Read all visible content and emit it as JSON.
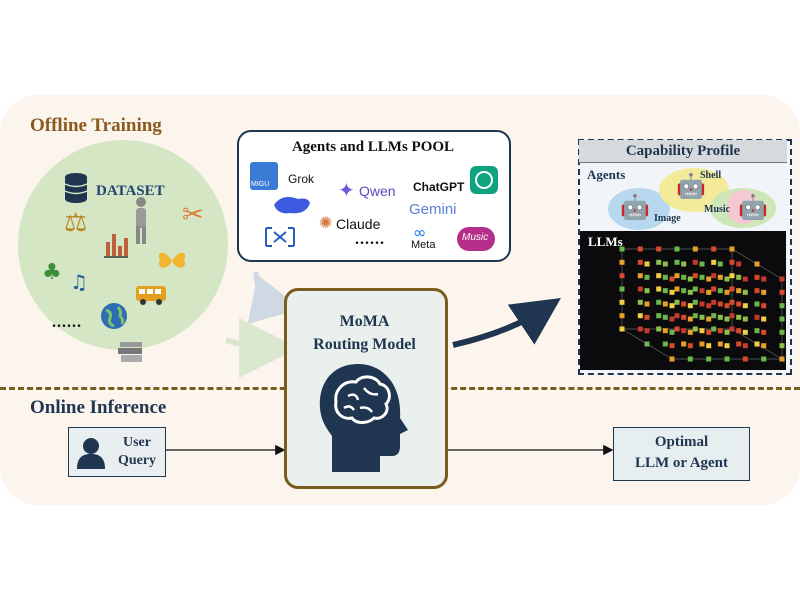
{
  "sections": {
    "offline_title": "Offline Training",
    "online_title": "Online Inference"
  },
  "dataset": {
    "label": "DATASET",
    "ellipsis": "......",
    "icons": [
      "database-icon",
      "scales-icon",
      "person-icon",
      "bar-chart-icon",
      "tools-icon",
      "plant-icon",
      "music-notes-icon",
      "butterfly-icon",
      "globe-icon",
      "bus-icon",
      "books-icon"
    ]
  },
  "pool": {
    "title": "Agents and LLMs POOL",
    "logos": {
      "migu": "MIGU",
      "grok": "Grok",
      "qwen": "Qwen",
      "chatgpt": "ChatGPT",
      "claude": "Claude",
      "gemini": "Gemini",
      "meta": "Meta",
      "music": "Music"
    },
    "ellipsis": "......"
  },
  "router": {
    "line1": "MoMA",
    "line2": "Routing Model"
  },
  "capability": {
    "title": "Capability Profile",
    "agents_label": "Agents",
    "llms_label": "LLMs",
    "agent_tags": {
      "shell": "Shell",
      "image": "Image",
      "music": "Music"
    }
  },
  "user_query": {
    "line1": "User",
    "line2": "Query"
  },
  "output": {
    "line1": "Optimal",
    "line2": "LLM or Agent"
  },
  "colors": {
    "navy": "#1f3550",
    "brown": "#7a5c1e",
    "dataset_green": "#d5e6c4",
    "panel_bg": "#fbf5ee"
  }
}
